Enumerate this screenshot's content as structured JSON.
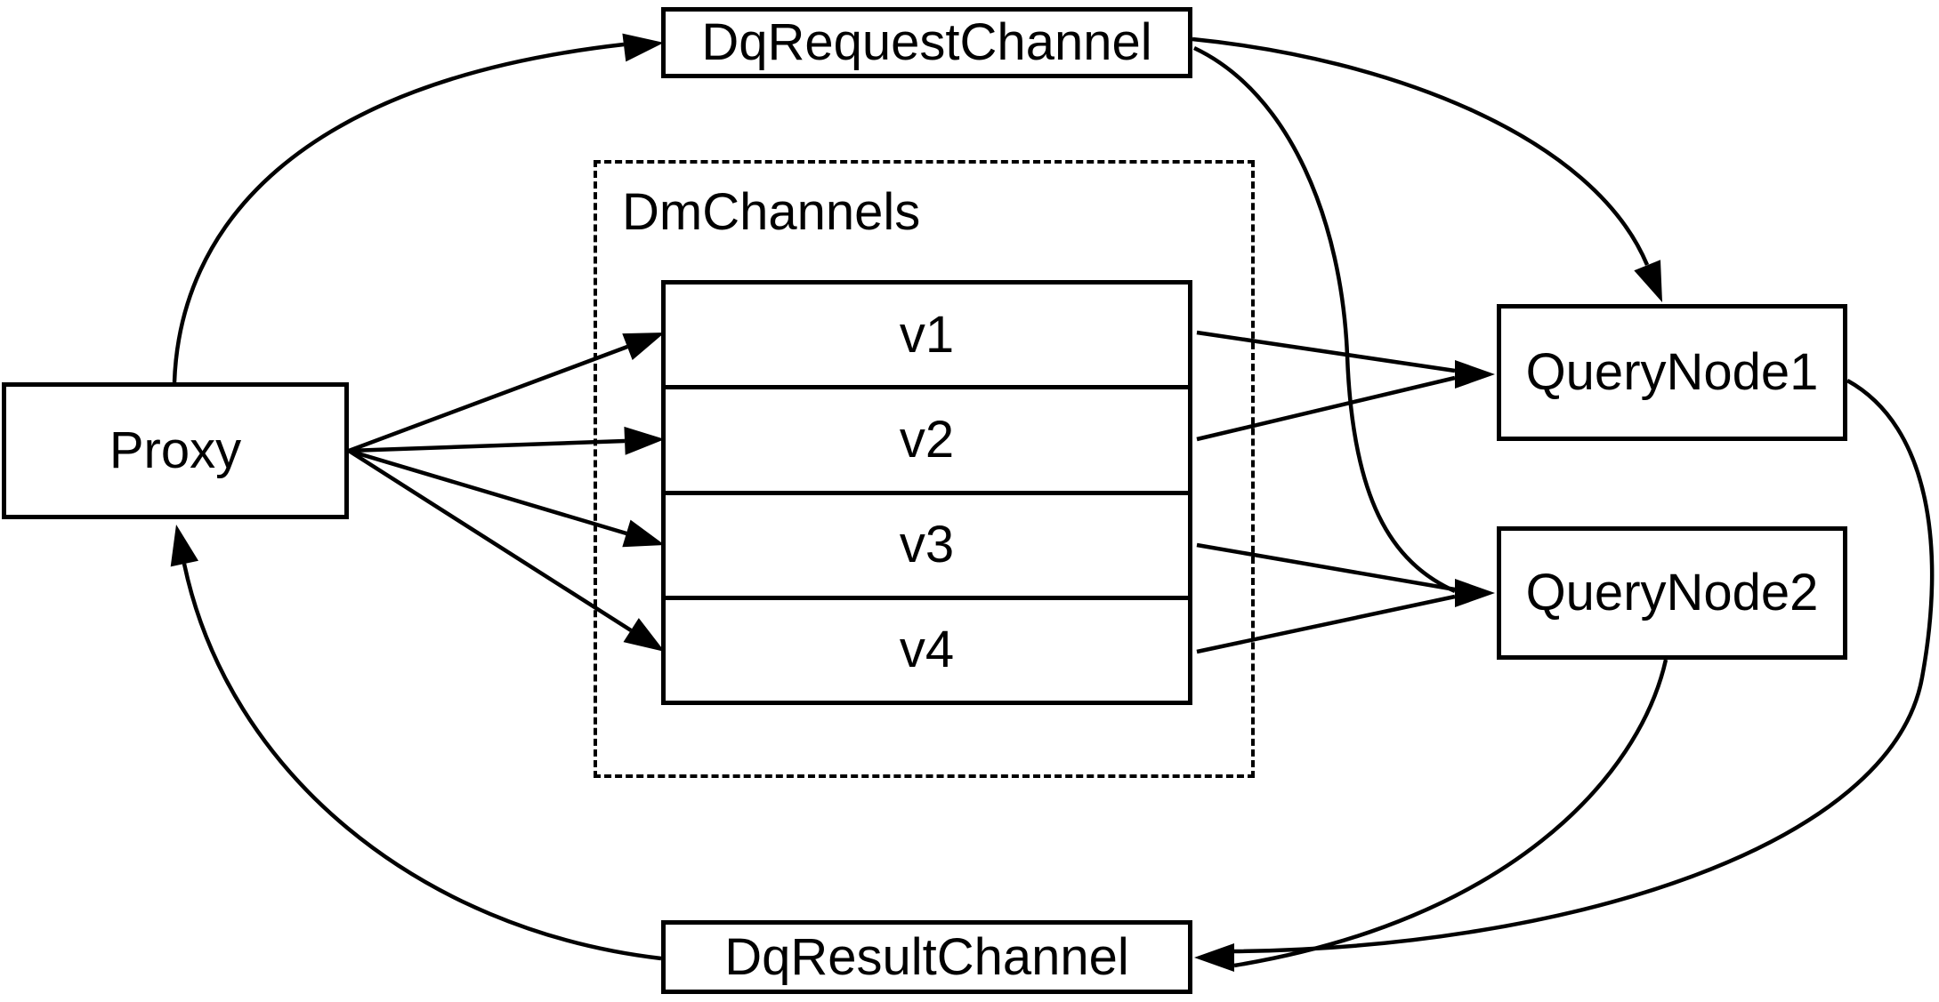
{
  "diagram": {
    "colors": {
      "stroke": "#000000",
      "background": "#ffffff"
    },
    "nodes": {
      "proxy": {
        "label": "Proxy"
      },
      "dqRequestChannel": {
        "label": "DqRequestChannel"
      },
      "dmChannels": {
        "label": "DmChannels",
        "channels": [
          {
            "label": "v1"
          },
          {
            "label": "v2"
          },
          {
            "label": "v3"
          },
          {
            "label": "v4"
          }
        ]
      },
      "queryNode1": {
        "label": "QueryNode1"
      },
      "queryNode2": {
        "label": "QueryNode2"
      },
      "dqResultChannel": {
        "label": "DqResultChannel"
      }
    },
    "edges": [
      {
        "from": "Proxy",
        "to": "DqRequestChannel"
      },
      {
        "from": "DqRequestChannel",
        "to": "QueryNode1"
      },
      {
        "from": "DqRequestChannel",
        "to": "QueryNode2"
      },
      {
        "from": "Proxy",
        "to": "v1"
      },
      {
        "from": "Proxy",
        "to": "v2"
      },
      {
        "from": "Proxy",
        "to": "v3"
      },
      {
        "from": "Proxy",
        "to": "v4"
      },
      {
        "from": "v1",
        "to": "QueryNode1"
      },
      {
        "from": "v2",
        "to": "QueryNode1"
      },
      {
        "from": "v3",
        "to": "QueryNode2"
      },
      {
        "from": "v4",
        "to": "QueryNode2"
      },
      {
        "from": "QueryNode1",
        "to": "DqResultChannel"
      },
      {
        "from": "QueryNode2",
        "to": "DqResultChannel"
      },
      {
        "from": "DqResultChannel",
        "to": "Proxy"
      }
    ]
  }
}
